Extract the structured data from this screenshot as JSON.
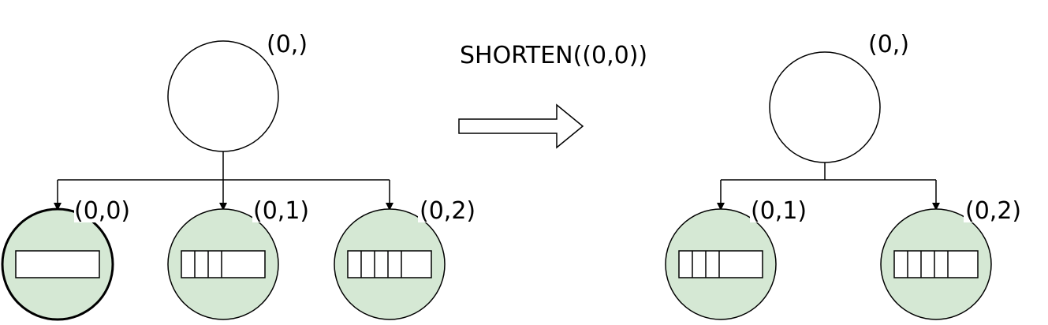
{
  "operation": {
    "label": "SHORTEN((0,0))"
  },
  "before": {
    "root": {
      "label": "(0,)"
    },
    "children": [
      {
        "label": "(0,0)",
        "cells": 1,
        "highlighted": true
      },
      {
        "label": "(0,1)",
        "cells": 4,
        "highlighted": false
      },
      {
        "label": "(0,2)",
        "cells": 5,
        "highlighted": false
      }
    ]
  },
  "after": {
    "root": {
      "label": "(0,)"
    },
    "children": [
      {
        "label": "(0,1)",
        "cells": 4
      },
      {
        "label": "(0,2)",
        "cells": 5
      }
    ]
  },
  "colors": {
    "leaf_fill": "#d5e8d4",
    "stroke": "#000000",
    "background": "#ffffff"
  }
}
